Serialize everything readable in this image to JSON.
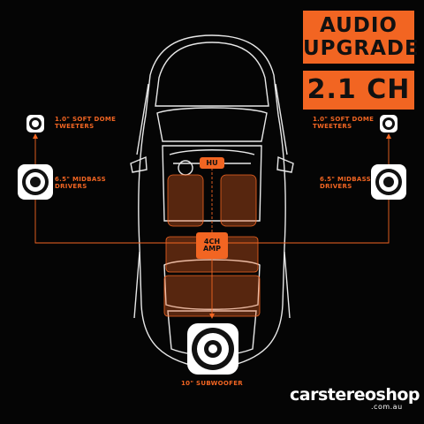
{
  "badges": {
    "line1": "AUDIO",
    "line2": "UPGRADE",
    "line3": "2.1 CH"
  },
  "labels": {
    "tweeters": "1.0\" SOFT DOME\nTWEETERS",
    "midbass": "6.5\" MIDBASS\nDRIVERS",
    "subwoofer": "10\" SUBWOOFER",
    "head_unit": "HU",
    "amp": "4CH\nAMP"
  },
  "brand": {
    "name": "carstereoshop",
    "domain": ".com.au"
  },
  "colors": {
    "accent": "#f26522",
    "line": "#ffffff",
    "background": "#050505"
  }
}
